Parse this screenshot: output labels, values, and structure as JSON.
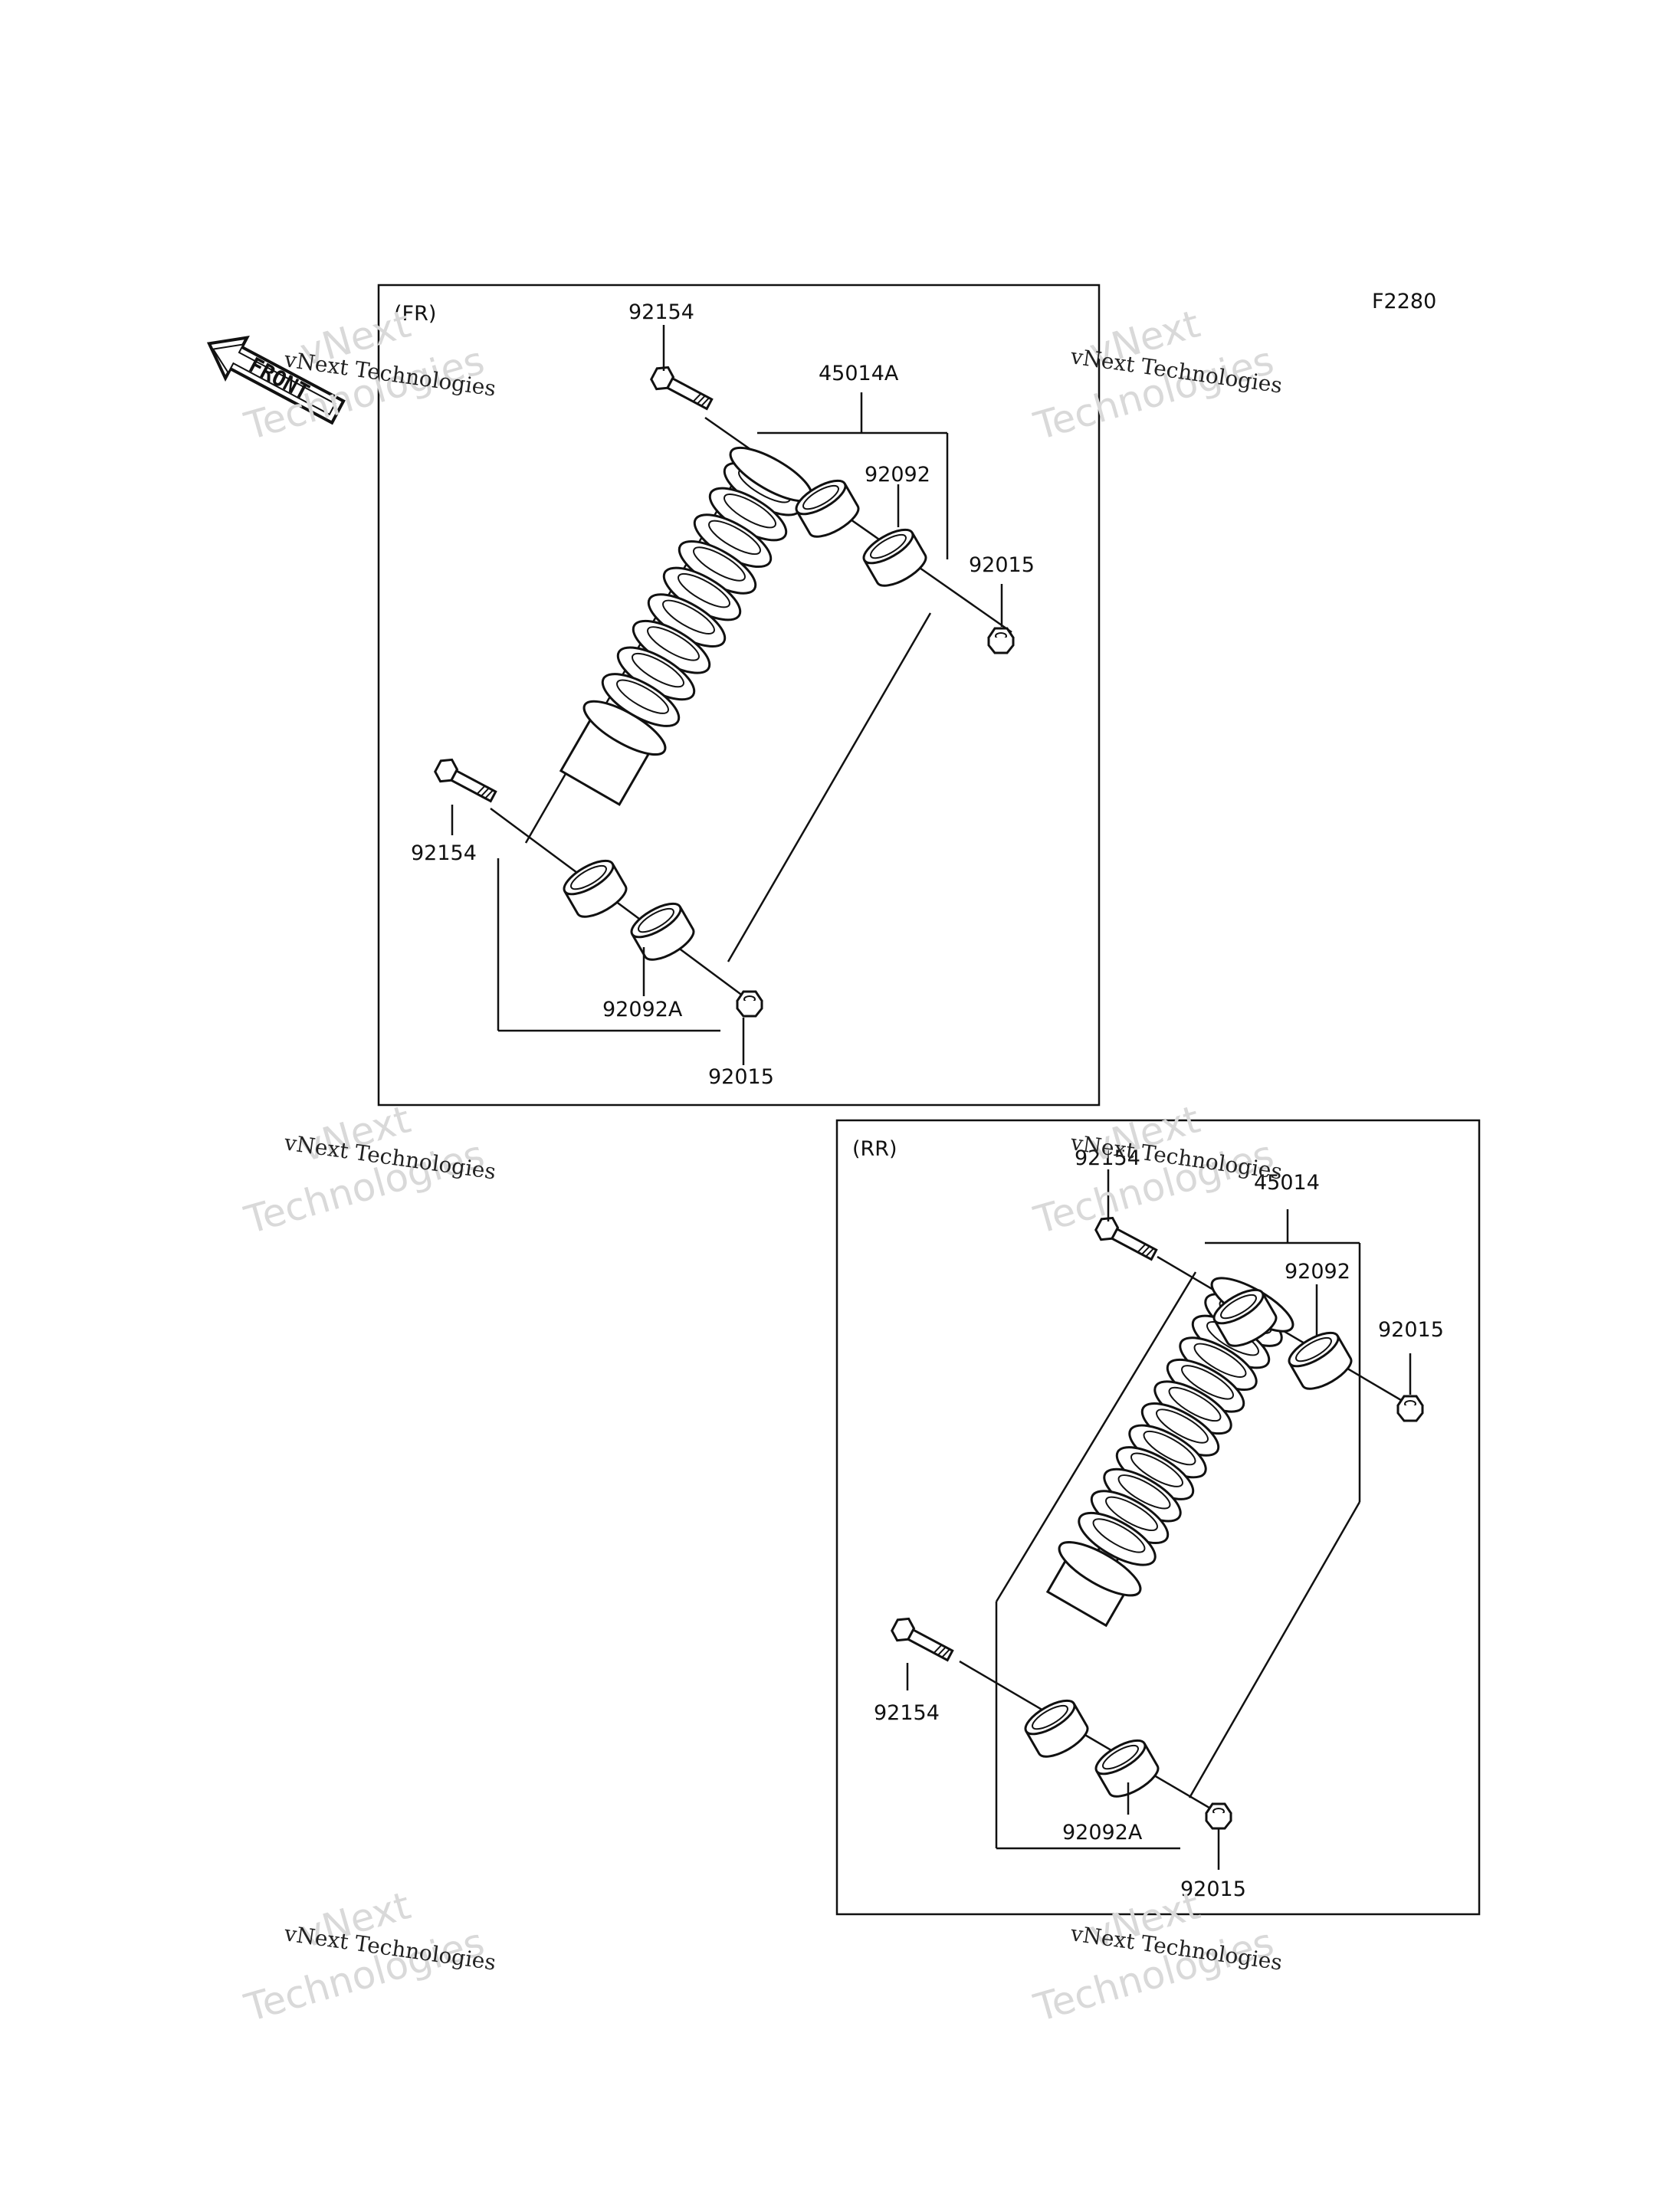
{
  "figure_id": "F2280",
  "front_arrow_label": "FRONT",
  "panels": {
    "front": {
      "title": "(FR)",
      "labels": {
        "bolt_top": "92154",
        "assembly": "45014A",
        "collar_top": "92092",
        "nut_top": "92015",
        "bolt_bottom": "92154",
        "collar_bottom": "92092A",
        "nut_bottom": "92015"
      }
    },
    "rear": {
      "title": "(RR)",
      "labels": {
        "bolt_top": "92154",
        "assembly": "45014",
        "collar_top": "92092",
        "nut_top": "92015",
        "bolt_bottom": "92154",
        "collar_bottom": "92092A",
        "nut_bottom": "92015"
      }
    }
  },
  "watermark": {
    "brand": "vNext",
    "word": "Technologies",
    "caption": "vNext Technologies"
  }
}
